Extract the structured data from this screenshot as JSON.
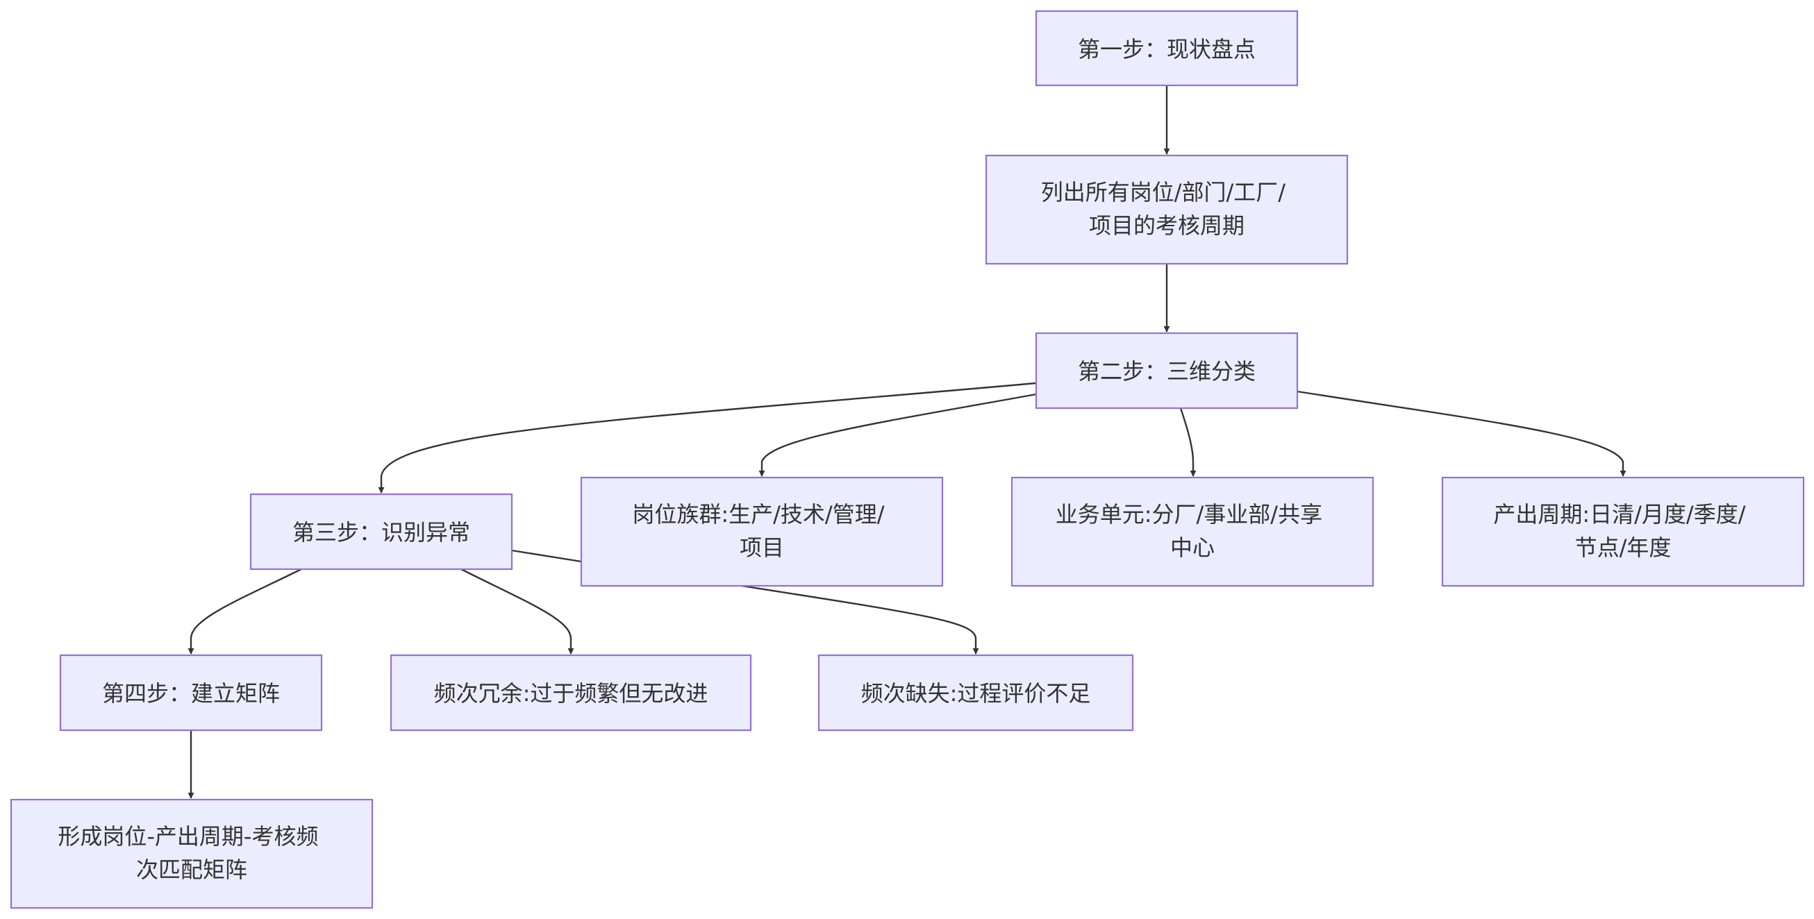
{
  "colors": {
    "node_fill": "#ECECFF",
    "node_stroke": "#9370DB",
    "edge": "#333333",
    "text": "#333333"
  },
  "nodes": {
    "n1": {
      "lines": [
        "第一步：现状盘点"
      ]
    },
    "n2": {
      "lines": [
        "列出所有岗位/部门/工厂/",
        "项目的考核周期"
      ]
    },
    "n3": {
      "lines": [
        "第二步：三维分类"
      ]
    },
    "n4": {
      "lines": [
        "第三步：识别异常"
      ]
    },
    "n5": {
      "lines": [
        "岗位族群:生产/技术/管理/",
        "项目"
      ]
    },
    "n6": {
      "lines": [
        "业务单元:分厂/事业部/共享",
        "中心"
      ]
    },
    "n7": {
      "lines": [
        "产出周期:日清/月度/季度/",
        "节点/年度"
      ]
    },
    "n8": {
      "lines": [
        "第四步：建立矩阵"
      ]
    },
    "n9": {
      "lines": [
        "频次冗余:过于频繁但无改进"
      ]
    },
    "n10": {
      "lines": [
        "频次缺失:过程评价不足"
      ]
    },
    "n11": {
      "lines": [
        "形成岗位-产出周期-考核频",
        "次匹配矩阵"
      ]
    }
  },
  "edges": [
    {
      "from": "n1",
      "to": "n2"
    },
    {
      "from": "n2",
      "to": "n3"
    },
    {
      "from": "n3",
      "to": "n4"
    },
    {
      "from": "n3",
      "to": "n5"
    },
    {
      "from": "n3",
      "to": "n6"
    },
    {
      "from": "n3",
      "to": "n7"
    },
    {
      "from": "n4",
      "to": "n8"
    },
    {
      "from": "n4",
      "to": "n9"
    },
    {
      "from": "n4",
      "to": "n10"
    },
    {
      "from": "n8",
      "to": "n11"
    }
  ]
}
